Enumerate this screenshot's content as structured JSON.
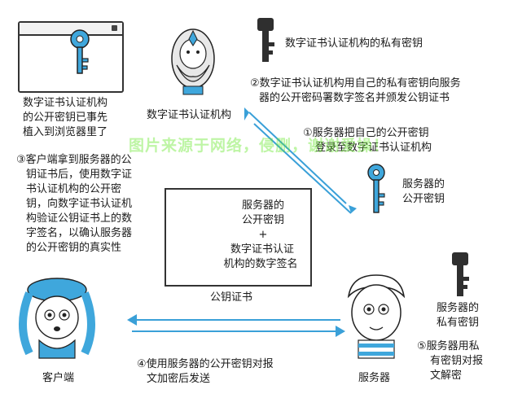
{
  "labels": {
    "ca_private_key": "数字证书认证机构的私有密钥",
    "step2": [
      "②数字证书认证机构用自己的私有密钥向服务",
      "器的公开密码署数字签名并颁发公钥证书"
    ],
    "browser_note": [
      "数字证书认证机构",
      "的公开密钥已事先",
      "植入到浏览器里了"
    ],
    "ca_name": "数字证书认证机构",
    "step1": [
      "①服务器把自己的公开密钥",
      "登录至数字证书认证机构"
    ],
    "watermark": "图片来源于网络，侵删，谢谢爱操！",
    "step3": [
      "③客户端拿到服务器的公",
      "钥证书后，使用数字证",
      "书认证机构的公开密",
      "钥，向数字证书认证机",
      "构验证公钥证书上的数",
      "字签名，以确认服务器",
      "的公开密钥的真实性"
    ],
    "server_public_key": [
      "服务器的",
      "公开密钥"
    ],
    "cert_content": [
      "服务器的",
      "公开密钥",
      "+",
      "数字证书认证",
      "机构的数字签名"
    ],
    "cert_title": "公钥证书",
    "server_private_key": [
      "服务器的",
      "私有密钥"
    ],
    "step4": [
      "④使用服务器的公开密钥对报",
      "文加密后发送"
    ],
    "step5": [
      "⑤服务器用私",
      "有密钥对报",
      "文解密"
    ],
    "client": "客户端",
    "server": "服务器"
  },
  "colors": {
    "outline": "#222222",
    "arrow_blue": "#3aa0d8",
    "key_blue": "#3fa7dc",
    "key_dark": "#2f2f2f",
    "watermark": "#64e628"
  },
  "icons": [
    "browser-window-icon",
    "blue-key-icon",
    "dark-key-icon",
    "ca-figure-icon",
    "client-figure-icon",
    "server-figure-icon"
  ]
}
